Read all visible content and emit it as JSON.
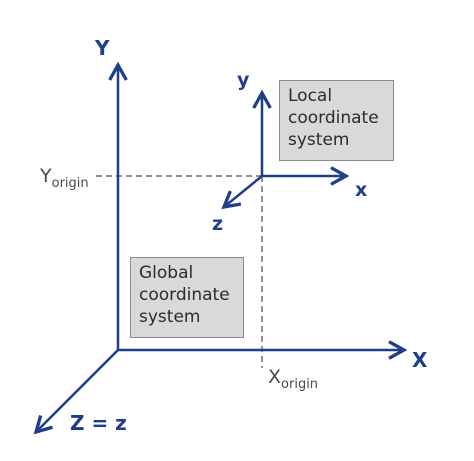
{
  "colors": {
    "axis": "#1f3d8a",
    "guide": "#6f6f6f",
    "box_fill": "#d9d9d9",
    "box_border": "#8a8a8a"
  },
  "global_axes": {
    "y_label": "Y",
    "x_label": "X",
    "z_label": "Z = z"
  },
  "local_axes": {
    "y_label": "y",
    "x_label": "x",
    "z_label": "z"
  },
  "guides": {
    "y_origin_main": "Y",
    "y_origin_sub": "origin",
    "x_origin_main": "X",
    "x_origin_sub": "origin"
  },
  "boxes": {
    "local": "Local\ncoordinate\nsystem",
    "global": "Global\ncoordinate\nsystem"
  }
}
